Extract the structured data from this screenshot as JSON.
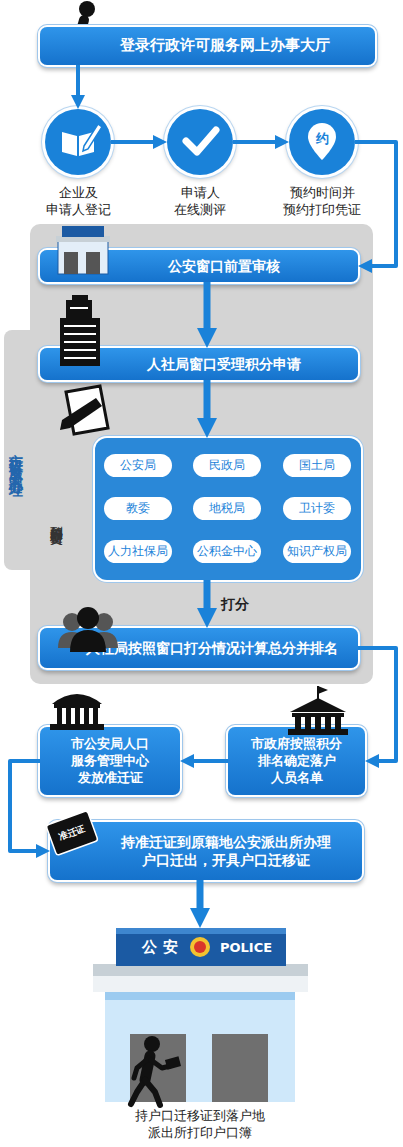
{
  "diagram": {
    "nodes": [
      {
        "text": [
          "登录行政许可服务网上办事大厅"
        ]
      },
      {
        "text": [
          "企业及 申请人登记"
        ]
      },
      {
        "text": [
          "申请人 在线测评"
        ]
      },
      {
        "text": [
          "预约时间并 预约打印凭证"
        ]
      },
      {
        "text": [
          "市行政许可服务中心办理"
        ]
      },
      {
        "text": [
          "公安窗口前置审核"
        ],
        "in": 4
      },
      {
        "text": [
          "人社局窗口受理积分申请"
        ],
        "in": 4
      },
      {
        "text": [
          "到相关部门 窗口提交材料"
        ],
        "in": 4
      },
      {
        "text": [
          "公安局"
        ],
        "in": 7
      },
      {
        "text": [
          "民政局"
        ],
        "in": 7
      },
      {
        "text": [
          "国土局"
        ],
        "in": 7
      },
      {
        "text": [
          "教委"
        ],
        "in": 7
      },
      {
        "text": [
          "地税局"
        ],
        "in": 7
      },
      {
        "text": [
          "卫计委"
        ],
        "in": 7
      },
      {
        "text": [
          "人力社保局"
        ],
        "in": 7
      },
      {
        "text": [
          "公积金中心"
        ],
        "in": 7
      },
      {
        "text": [
          "知识产权局"
        ],
        "in": 7
      },
      {
        "text": [
          "人社局按照窗口打分情况计算总分并排名"
        ],
        "in": 4
      },
      {
        "text": [
          "市政府按照积分 排名确定落户 人员名单"
        ]
      },
      {
        "text": [
          "市公安局人口 服务管理中心 发放准迁证"
        ]
      },
      {
        "text": [
          "持准迁证到原籍地公安派出所办理 户口迁出，开具户口迁移证"
        ]
      },
      {
        "text": [
          "持户口迁移证到落户地 派出所打印户口簿"
        ]
      }
    ],
    "edges": [
      {
        "from": 0,
        "to": 1,
        "arrow": "to"
      },
      {
        "from": 1,
        "to": 2,
        "arrow": "to"
      },
      {
        "from": 2,
        "to": 3,
        "arrow": "to"
      },
      {
        "from": 3,
        "to": 5,
        "arrow": "to"
      },
      {
        "from": 5,
        "to": 6,
        "arrow": "to"
      },
      {
        "from": 6,
        "to": 7,
        "arrow": "to"
      },
      {
        "from": 7,
        "to": 17,
        "arrow": "to",
        "label": "打分"
      },
      {
        "from": 17,
        "to": 18,
        "arrow": "to"
      },
      {
        "from": 18,
        "to": 19,
        "arrow": "to"
      },
      {
        "from": 19,
        "to": 20,
        "arrow": "to"
      },
      {
        "from": 20,
        "to": 21,
        "arrow": "to"
      }
    ],
    "labels": [
      "约",
      "准迁证",
      "公 安",
      "POLICE"
    ]
  }
}
